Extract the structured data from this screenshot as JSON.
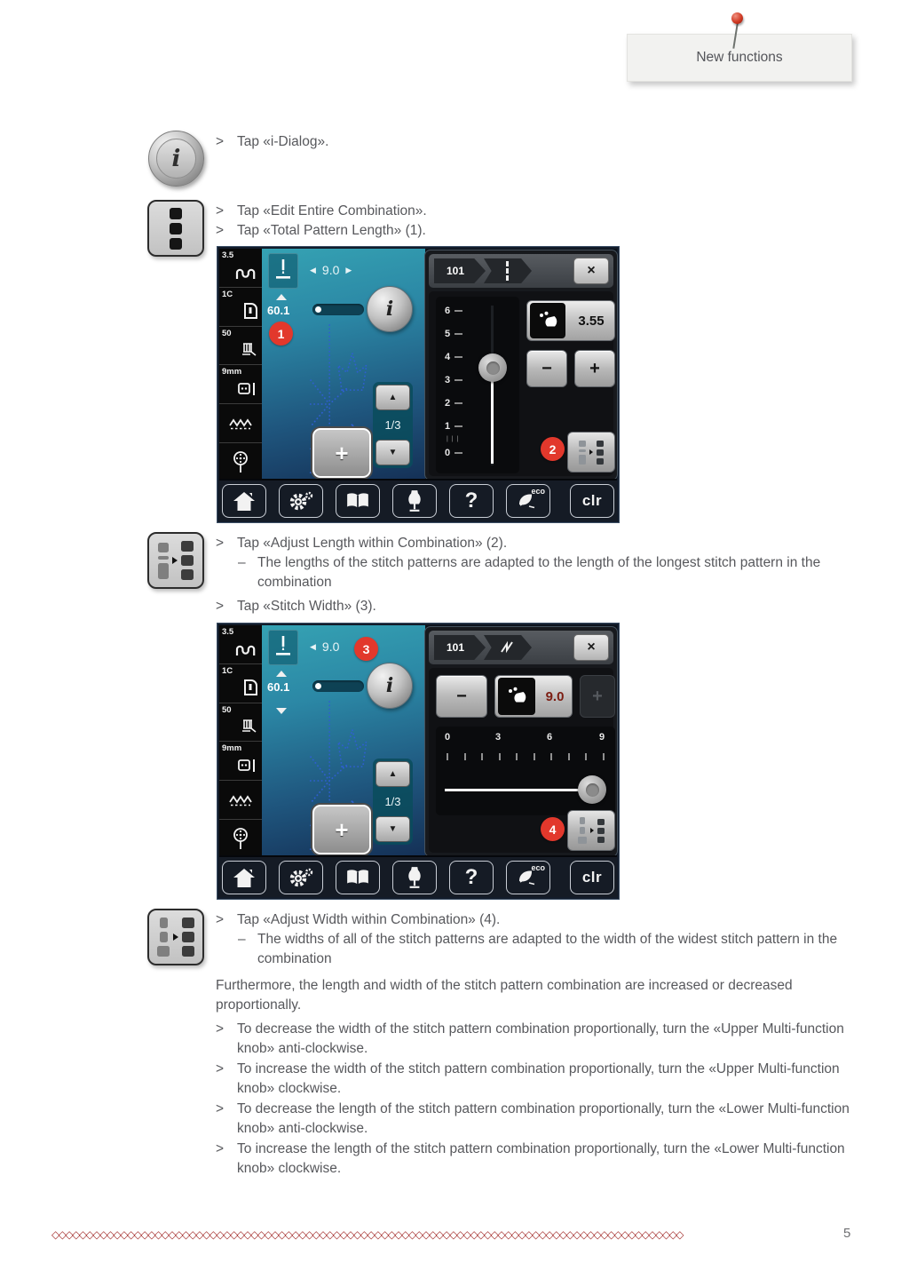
{
  "note": {
    "label": "New functions"
  },
  "instructions": {
    "bullet_char": ">",
    "dash_char": "–",
    "step_idialog": "Tap «i-Dialog».",
    "step_edit_combo": "Tap «Edit Entire Combination».",
    "step_total_length": "Tap «Total Pattern Length» (1).",
    "step_adjust_length": "Tap «Adjust Length within Combination» (2).",
    "note_adjust_length": "The lengths of the stitch patterns are adapted to the length of the longest stitch pattern in the combination",
    "step_stitch_width": "Tap «Stitch Width» (3).",
    "step_adjust_width": "Tap «Adjust Width within Combination» (4).",
    "note_adjust_width": "The widths of all of the stitch patterns are adapted to the width of the widest stitch pattern in the combination",
    "paragraph_proportional": "Furthermore, the length and width of the stitch pattern combination are increased or decreased proportionally.",
    "bullet_decrease_width": "To decrease the width of the stitch pattern combination proportionally, turn the «Upper Multi-function knob» anti-clockwise.",
    "bullet_increase_width": "To increase the width of the stitch pattern combination proportionally, turn the «Upper Multi-function knob» clockwise.",
    "bullet_decrease_length": "To decrease the length of the stitch pattern combination proportionally, turn the «Lower Multi-function knob» anti-clockwise.",
    "bullet_increase_length": "To increase the length of the stitch pattern combination proportionally, turn the «Lower Multi-function knob» clockwise."
  },
  "icons": {
    "i_glyph": "i"
  },
  "machine": {
    "sidebar": {
      "tension_value": "3.5",
      "foot_label": "1C",
      "thread_weight": "50",
      "stitch_plate": "9mm"
    },
    "stitch_width_selector": "9.0",
    "pattern_number": "60.1",
    "add_button": "+",
    "page_indicator": "1/3",
    "close_label": "×",
    "minus_label": "−",
    "plus_label": "+",
    "toolbar": {
      "help_label": "?",
      "eco_label": "eco",
      "clear_label": "clr"
    }
  },
  "screen1": {
    "pattern_id": "101",
    "total_length_value": "3.55",
    "scale_labels": [
      "6",
      "5",
      "4",
      "3",
      "2",
      "1",
      "0"
    ],
    "scale_minor": "| | |",
    "marker_1": "1",
    "marker_2": "2"
  },
  "screen2": {
    "pattern_id": "101",
    "stitch_width_value": "9.0",
    "scale_labels": [
      "0",
      "3",
      "6",
      "9"
    ],
    "marker_3": "3",
    "marker_4": "4"
  },
  "colors": {
    "accent_red": "#e2382c",
    "stitch_blue": "#2f5fd0",
    "screen_teal": "#2b87a5",
    "toolbar_dark": "#151b25"
  },
  "footer": {
    "page_number": "5",
    "stitch_border": "◇◇◇◇◇◇◇◇◇◇◇◇◇◇◇◇◇◇◇◇◇◇◇◇◇◇◇◇◇◇◇◇◇◇◇◇◇◇◇◇◇◇◇◇◇◇◇◇◇◇◇◇◇◇◇◇◇◇◇◇◇◇◇◇◇◇◇◇◇◇◇◇◇◇◇◇◇◇◇◇◇◇◇◇◇◇◇◇◇◇◇◇"
  }
}
